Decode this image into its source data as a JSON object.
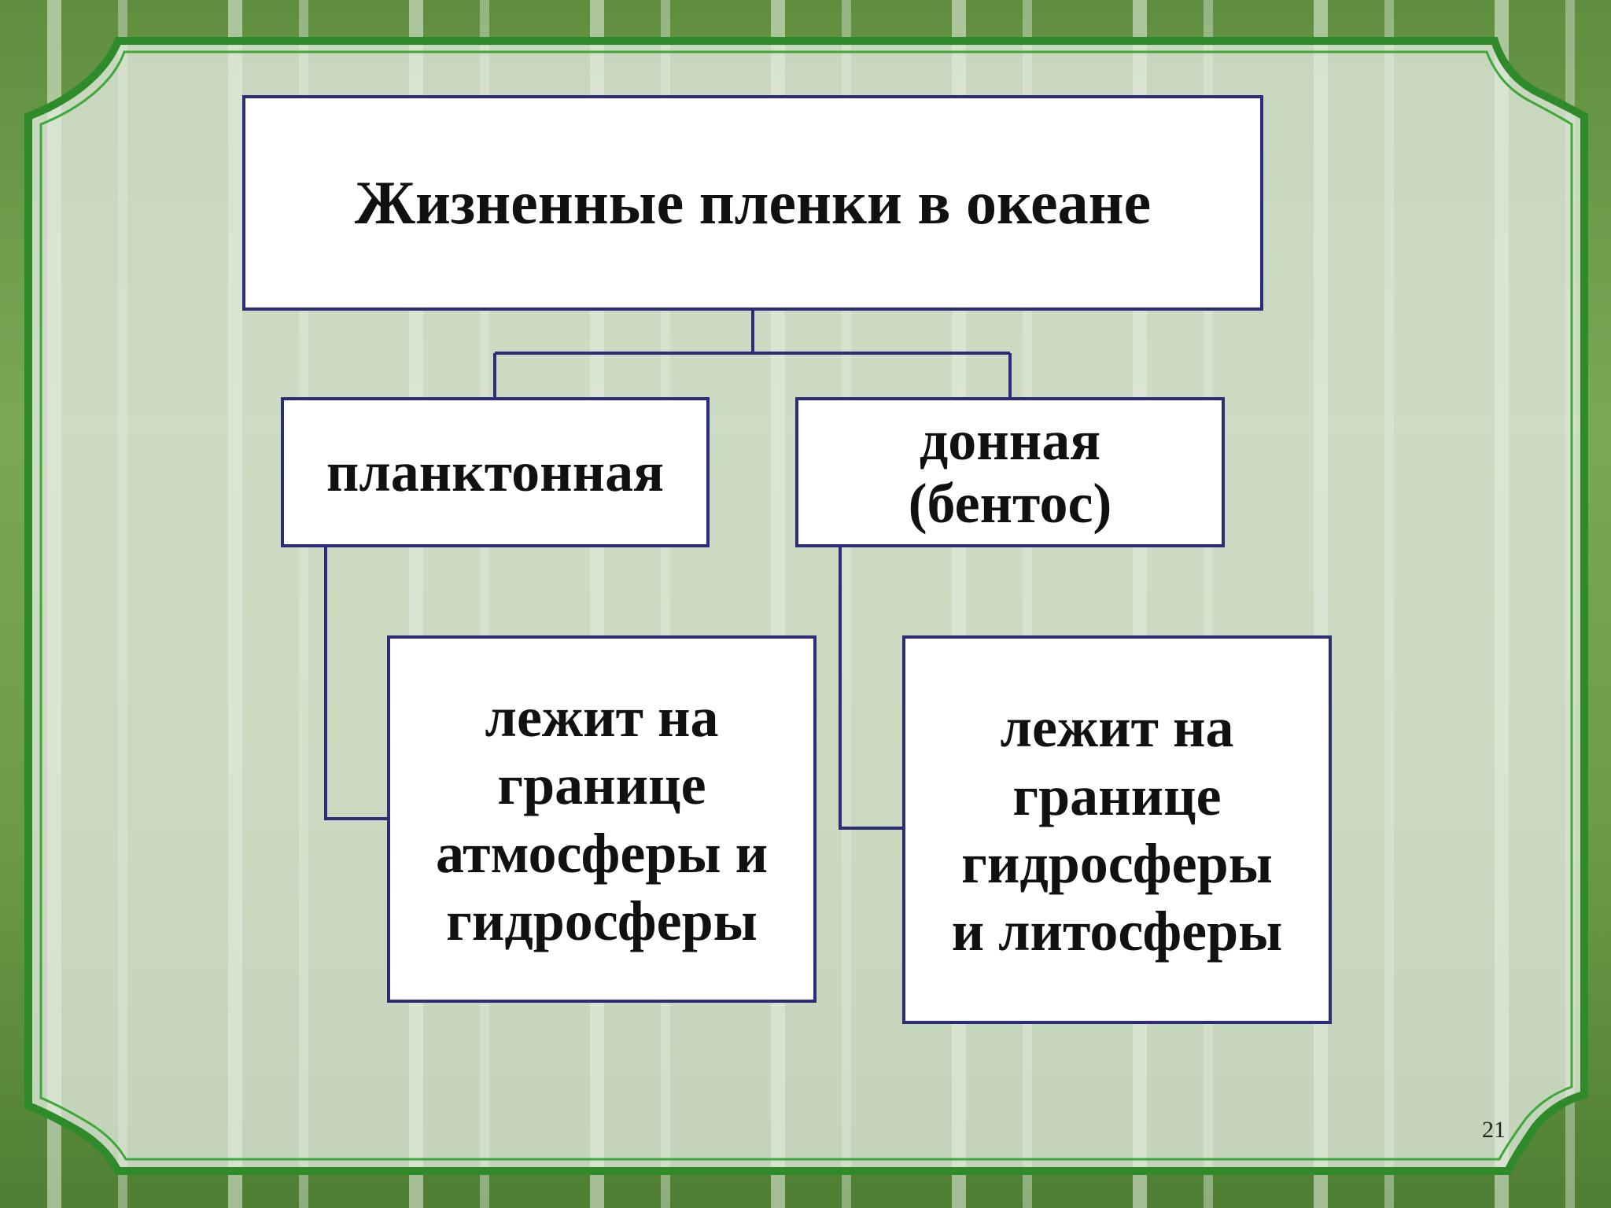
{
  "slide": {
    "root": "Жизненные пленки в океане",
    "left_category": "планктонная",
    "right_category": [
      "донная",
      "(бентос)"
    ],
    "left_detail": [
      "лежит на",
      "границе",
      "атмосферы и",
      "гидросферы"
    ],
    "right_detail": [
      "лежит на",
      "границе",
      "гидросферы",
      "и литосферы"
    ],
    "page_number": "21"
  },
  "colors": {
    "box_border": "#2b2d7a",
    "frame_green": "#2f8a2a",
    "panel_fill": "#dde6d6"
  }
}
